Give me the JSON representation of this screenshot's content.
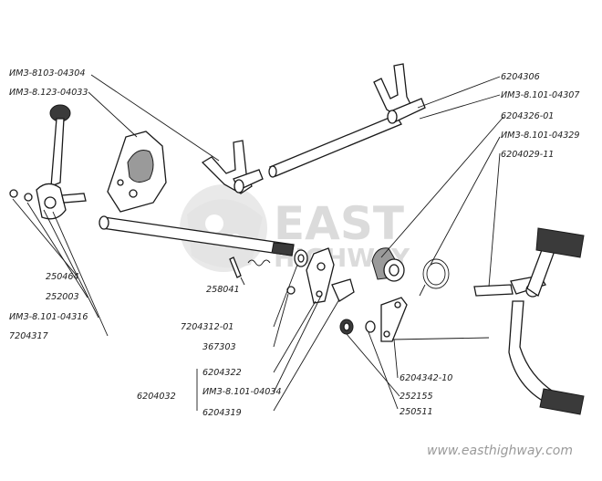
{
  "watermark": {
    "brand_line1": "EAST",
    "brand_line2": "HIGHWAY",
    "url": "www.easthighway.com"
  },
  "labels": {
    "l_imz_8103_04304": "ИМЗ-8103-04304",
    "l_imz_8123_04033": "ИМЗ-8.123-04033",
    "l_6204306": "6204306",
    "l_imz_8101_04307": "ИМЗ-8.101-04307",
    "l_6204326_01": "6204326-01",
    "l_imz_8101_04329": "ИМЗ-8.101-04329",
    "l_6204029_11": "6204029-11",
    "l_250464": "250464",
    "l_252003": "252003",
    "l_imz_8101_04316": "ИМЗ-8.101-04316",
    "l_7204317": "7204317",
    "l_258041": "258041",
    "l_7204312_01": "7204312-01",
    "l_367303": "367303",
    "l_6204322": "6204322",
    "l_6204032": "6204032",
    "l_imz_8101_04034": "ИМЗ-8.101-04034",
    "l_6204319": "6204319",
    "l_6204342_10": "6204342-10",
    "l_252155": "252155",
    "l_250511": "250511"
  },
  "colors": {
    "ink": "#1a1a1a",
    "watermark": "#c9c9c9",
    "footer": "#9a9a9a"
  }
}
